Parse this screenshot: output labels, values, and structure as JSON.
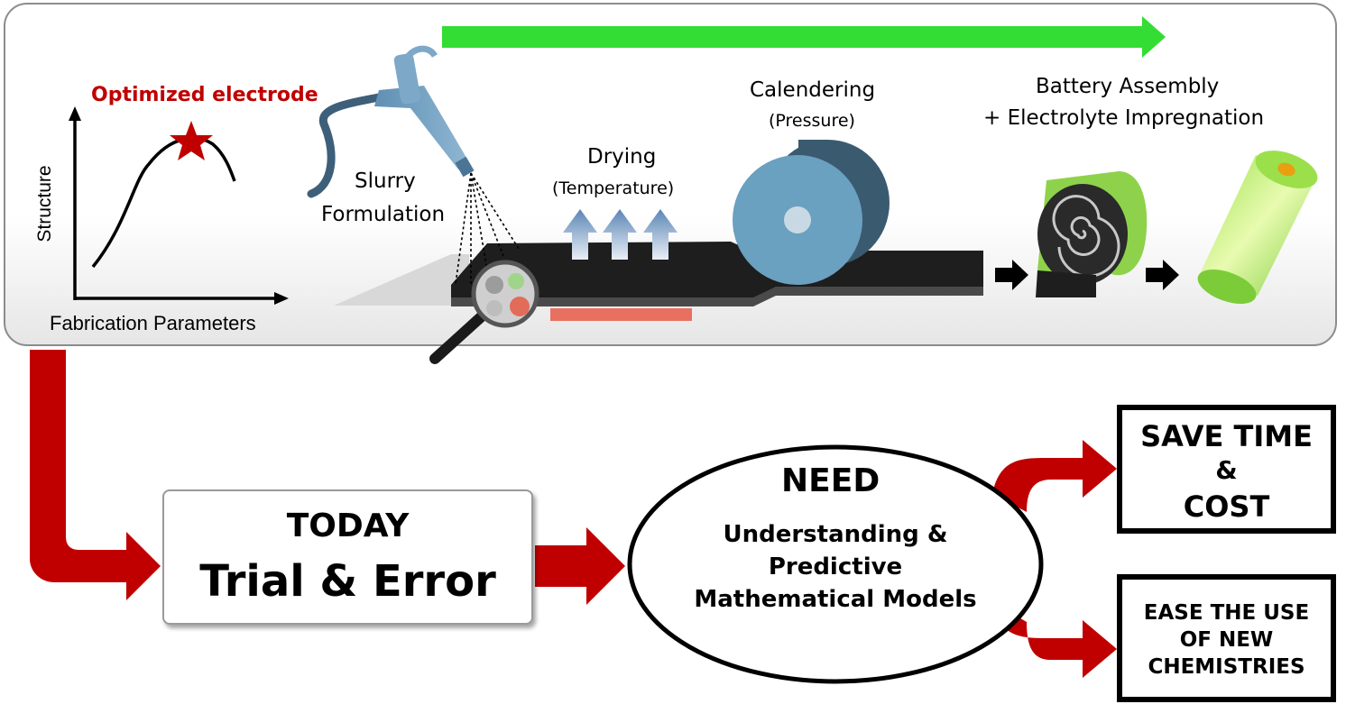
{
  "top_panel": {
    "graph": {
      "y_axis_label": "Structure",
      "x_axis_label": "Fabrication Parameters",
      "peak_label": "Optimized electrode"
    },
    "steps": {
      "slurry_line1": "Slurry",
      "slurry_line2": "Formulation",
      "drying": "Drying",
      "drying_param": "(Temperature)",
      "calendering": "Calendering",
      "calendering_param": "(Pressure)",
      "assembly_line1": "Battery Assembly",
      "assembly_line2": "+ Electrolyte Impregnation"
    }
  },
  "flow": {
    "today_label": "TODAY",
    "today_text": "Trial & Error",
    "need_label": "NEED",
    "need_line1": "Understanding &",
    "need_line2": "Predictive",
    "need_line3": "Mathematical Models",
    "out1_line1": "SAVE TIME",
    "out1_line2": "&",
    "out1_line3": "COST",
    "out2_line1": "EASE THE USE",
    "out2_line2": "OF NEW",
    "out2_line3": "CHEMISTRIES"
  },
  "colors": {
    "flow_arrow": "#c00000",
    "progress_arrow": "#33dd33",
    "highlight_text": "#c00000",
    "roller": "#6aa0c0",
    "heater": "#e87060"
  }
}
